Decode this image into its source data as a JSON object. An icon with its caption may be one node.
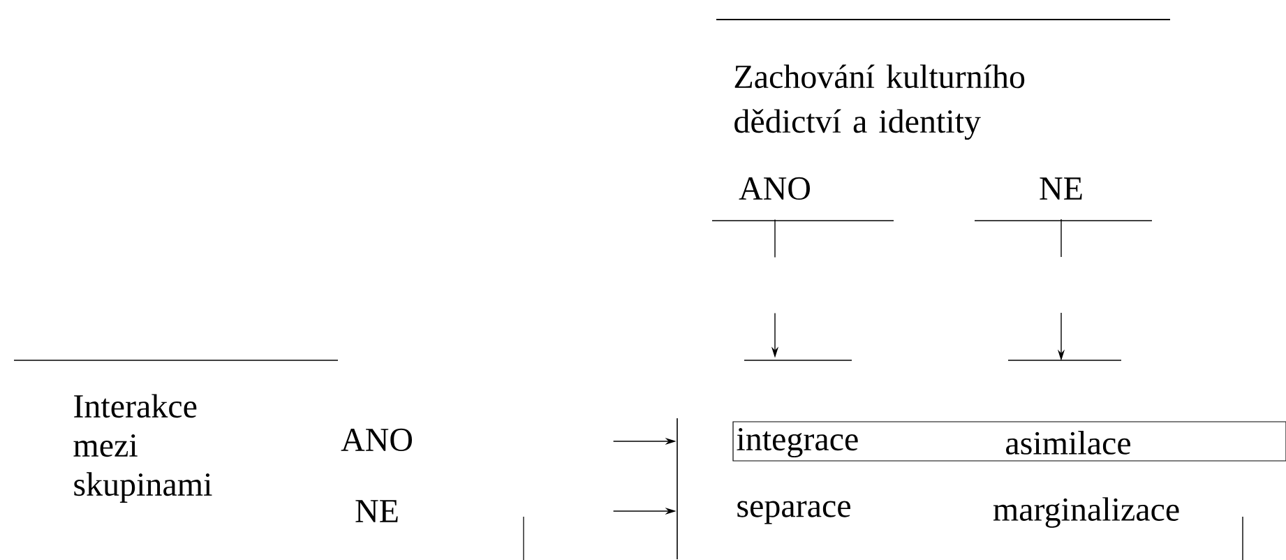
{
  "diagram": {
    "nodes": [
      {
        "text": [
          "Zachování kulturního dědictví a identity"
        ]
      },
      {
        "text": [
          "ANO"
        ]
      },
      {
        "text": [
          "NE"
        ]
      },
      {
        "text": [
          "Interakce mezi skupinami"
        ]
      },
      {
        "text": [
          "ANO"
        ]
      },
      {
        "text": [
          "NE"
        ]
      },
      {
        "text": [],
        "shape": "bar"
      },
      {
        "text": [],
        "shape": "box"
      },
      {
        "text": [
          "integrace"
        ],
        "in": 7
      },
      {
        "text": [
          "asimilace"
        ],
        "in": 7
      },
      {
        "text": [
          "separace"
        ]
      },
      {
        "text": [
          "marginalizace"
        ]
      }
    ],
    "edges": [
      {
        "from": 1,
        "to": 8,
        "arrow": "to",
        "style": "dashed"
      },
      {
        "from": 2,
        "to": 9,
        "arrow": "to",
        "style": "dashed"
      },
      {
        "from": null,
        "to": 6,
        "arrow": "to"
      },
      {
        "from": null,
        "to": 6,
        "arrow": "to"
      }
    ]
  }
}
